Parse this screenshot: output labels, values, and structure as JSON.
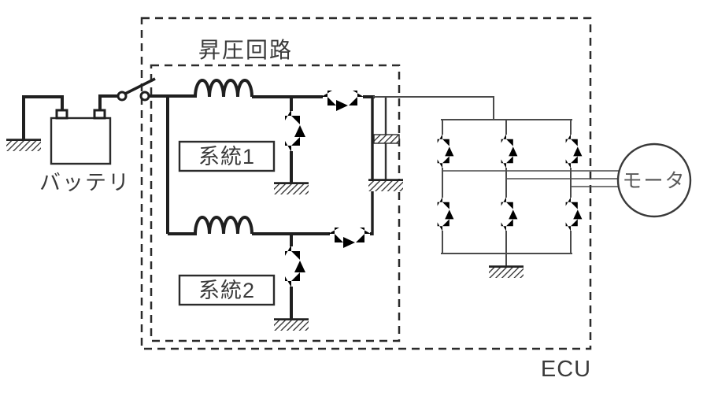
{
  "labels": {
    "boost_circuit": "昇圧回路",
    "system1": "系統1",
    "system2": "系統2",
    "battery": "バッテリ",
    "motor": "モータ",
    "ecu": "ECU"
  },
  "colors": {
    "background": "#ffffff",
    "wire_primary": "#1f1f1f",
    "wire_inverter": "#4a4a4a",
    "text": "#3a3a3a",
    "dashed_boundary": "#2b2b2b"
  },
  "icons": {
    "grounds": [
      "battery-ground",
      "system1-ground",
      "system2-ground",
      "capacitor-ground",
      "inverter-ground"
    ],
    "inductors": [
      "boost-inductor-1",
      "boost-inductor-2"
    ],
    "mosfets": [
      "shunt-mosfet-1",
      "series-mosfet-1",
      "shunt-mosfet-2",
      "series-mosfet-2",
      "inverter-high-1",
      "inverter-high-2",
      "inverter-high-3",
      "inverter-low-1",
      "inverter-low-2",
      "inverter-low-3"
    ]
  }
}
